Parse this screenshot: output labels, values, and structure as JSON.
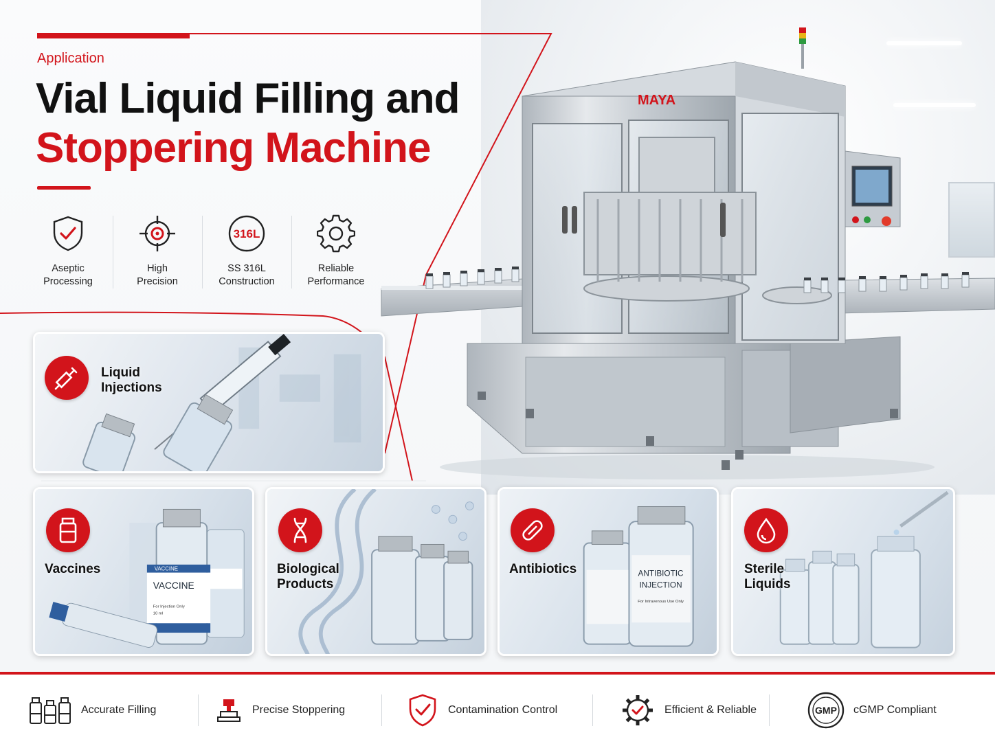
{
  "header": {
    "eyebrow": "Application",
    "title_line1": "Vial Liquid Filling and",
    "title_line2": "Stoppering Machine"
  },
  "features": [
    {
      "icon": "shield-check-icon",
      "label_line1": "Aseptic",
      "label_line2": "Processing"
    },
    {
      "icon": "target-icon",
      "label_line1": "High",
      "label_line2": "Precision"
    },
    {
      "icon": "316l-badge-icon",
      "badge_text": "316L",
      "label_line1": "SS 316L",
      "label_line2": "Construction"
    },
    {
      "icon": "gear-icon",
      "label_line1": "Reliable",
      "label_line2": "Performance"
    }
  ],
  "machine": {
    "brand": "MAYA"
  },
  "applications": {
    "liquid_injections": {
      "icon": "syringe-icon",
      "line1": "Liquid",
      "line2": "Injections"
    },
    "vaccines": {
      "icon": "vial-icon",
      "line1": "Vaccines",
      "vial_label": "VACCINE",
      "vial_top": "VACCINE",
      "vial_sub": "For Injection Only",
      "vial_vol": "10 ml"
    },
    "biological": {
      "icon": "dna-icon",
      "line1": "Biological",
      "line2": "Products"
    },
    "antibiotics": {
      "icon": "capsule-icon",
      "line1": "Antibiotics",
      "vial_label1": "ANTIBIOTIC",
      "vial_label2": "INJECTION",
      "vial_sub": "For Intravenous Use Only"
    },
    "sterile": {
      "icon": "droplet-icon",
      "line1": "Sterile",
      "line2": "Liquids"
    }
  },
  "bottom_bar": [
    {
      "icon": "vials-icon",
      "label": "Accurate Filling"
    },
    {
      "icon": "stopper-icon",
      "label": "Precise Stoppering"
    },
    {
      "icon": "shield-check-icon",
      "label": "Contamination Control"
    },
    {
      "icon": "gear-check-icon",
      "label": "Efficient & Reliable"
    },
    {
      "icon": "gmp-seal-icon",
      "label": "cGMP Compliant",
      "seal_text": "GMP"
    }
  ],
  "colors": {
    "accent": "#d2141b",
    "text": "#111111",
    "steel": "#c9cfd5"
  }
}
